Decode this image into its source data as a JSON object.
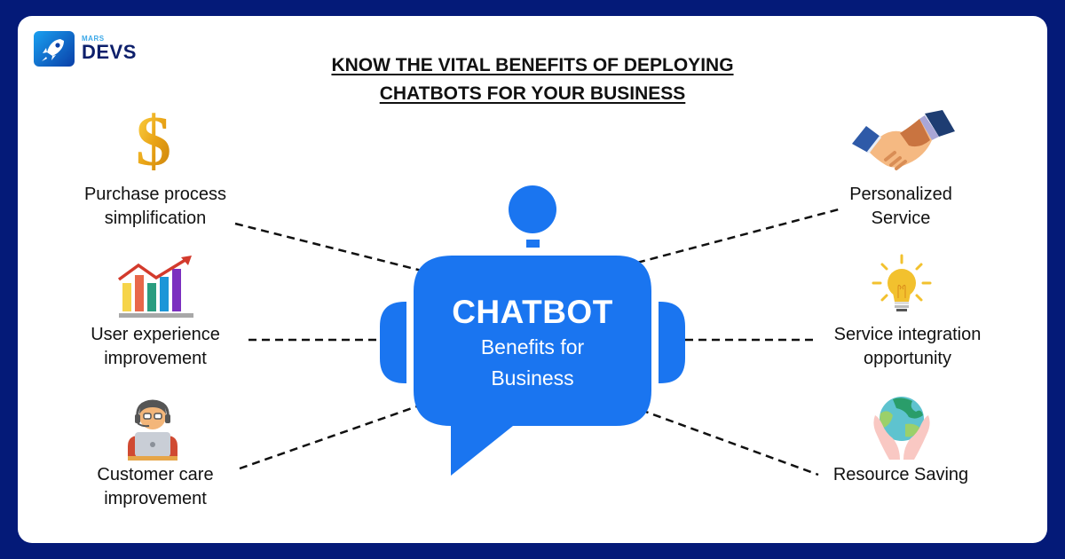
{
  "brand": {
    "logo_small": "MARS",
    "logo_big": "DEVS",
    "logo_icon": "rocket-icon"
  },
  "header": {
    "title_line1": "KNOW THE VITAL BENEFITS OF DEPLOYING",
    "title_line2": "CHATBOTS FOR YOUR BUSINESS"
  },
  "center": {
    "title": "CHATBOT",
    "subtitle_line1": "Benefits for",
    "subtitle_line2": "Business",
    "color": "#1a75f0"
  },
  "benefits_left": [
    {
      "icon": "dollar-icon",
      "line1": "Purchase process",
      "line2": "simplification"
    },
    {
      "icon": "growth-chart-icon",
      "line1": "User experience",
      "line2": "improvement"
    },
    {
      "icon": "support-agent-icon",
      "line1": "Customer care",
      "line2": "improvement"
    }
  ],
  "benefits_right": [
    {
      "icon": "handshake-icon",
      "line1": "Personalized",
      "line2": "Service"
    },
    {
      "icon": "lightbulb-icon",
      "line1": "Service integration",
      "line2": "opportunity"
    },
    {
      "icon": "globe-in-hands-icon",
      "line1": "Resource Saving",
      "line2": ""
    }
  ],
  "colors": {
    "frame": "#041a78",
    "accent": "#1a75f0",
    "text": "#111111"
  }
}
